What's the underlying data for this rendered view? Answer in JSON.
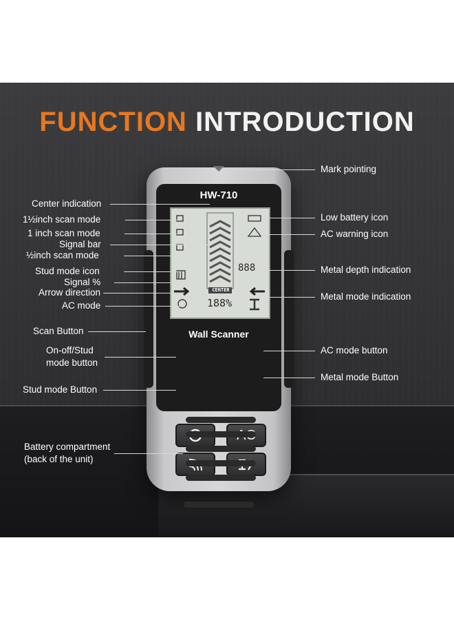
{
  "title": {
    "part1": "FUNCTION",
    "part2": "INTRODUCTION"
  },
  "device": {
    "model": "HW-710",
    "brand": "Wall Scanner",
    "lcd": {
      "depth": "888",
      "signal": "188%",
      "center": "CENTER"
    },
    "buttons": {
      "ac": "AC"
    }
  },
  "labels_left": [
    "Center indication",
    "1½inch scan mode",
    "1 inch scan mode",
    "Signal bar",
    "½inch scan mode",
    "Stud mode icon",
    "Signal %",
    "Arrow direction",
    "AC mode",
    "Scan Button",
    "On-off/Stud",
    "mode button",
    "Stud mode Button",
    "Battery compartment",
    "(back of the unit)"
  ],
  "labels_right": [
    "Mark pointing",
    "Low battery icon",
    "AC warning icon",
    "Metal depth indication",
    "Metal mode indication",
    "AC mode button",
    "Metal mode Button"
  ],
  "colors": {
    "accent": "#e8781f",
    "background": "#2e2e30",
    "device": "#d7d7d9"
  }
}
